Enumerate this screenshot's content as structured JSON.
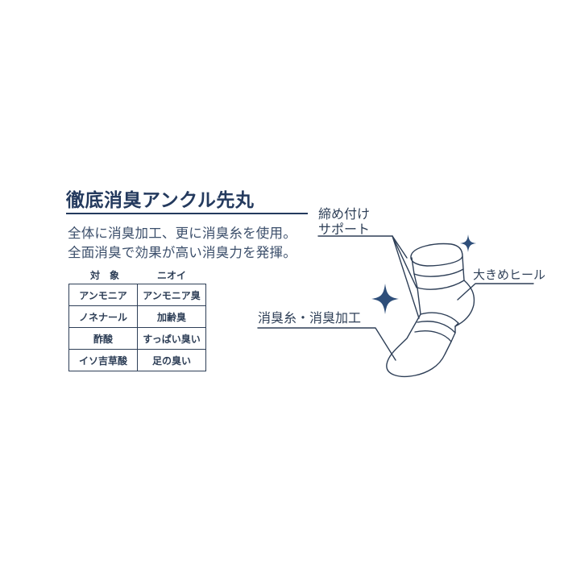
{
  "product": {
    "title": "徹底消臭アンクル先丸",
    "description": [
      "全体に消臭加工、更に消臭糸を使用。",
      "全面消臭で効果が高い消臭力を発揮。"
    ]
  },
  "odor_table": {
    "headers": [
      "対　象",
      "ニオイ"
    ],
    "rows": [
      [
        "アンモニア",
        "アンモニア臭"
      ],
      [
        "ノネナール",
        "加齢臭"
      ],
      [
        "酢酸",
        "すっぱい臭い"
      ],
      [
        "イソ吉草酸",
        "足の臭い"
      ]
    ]
  },
  "diagram": {
    "labels": {
      "support_line1": "締め付け",
      "support_line2": "サポート",
      "heel": "大きめヒール",
      "deodorant": "消臭糸・消臭加工"
    },
    "icons": [
      "sparkle-icon-large",
      "sparkle-icon-small"
    ]
  },
  "colors": {
    "navy": "#243a5e",
    "text": "#2e3f57",
    "sparkle": "#2f4f7a"
  }
}
